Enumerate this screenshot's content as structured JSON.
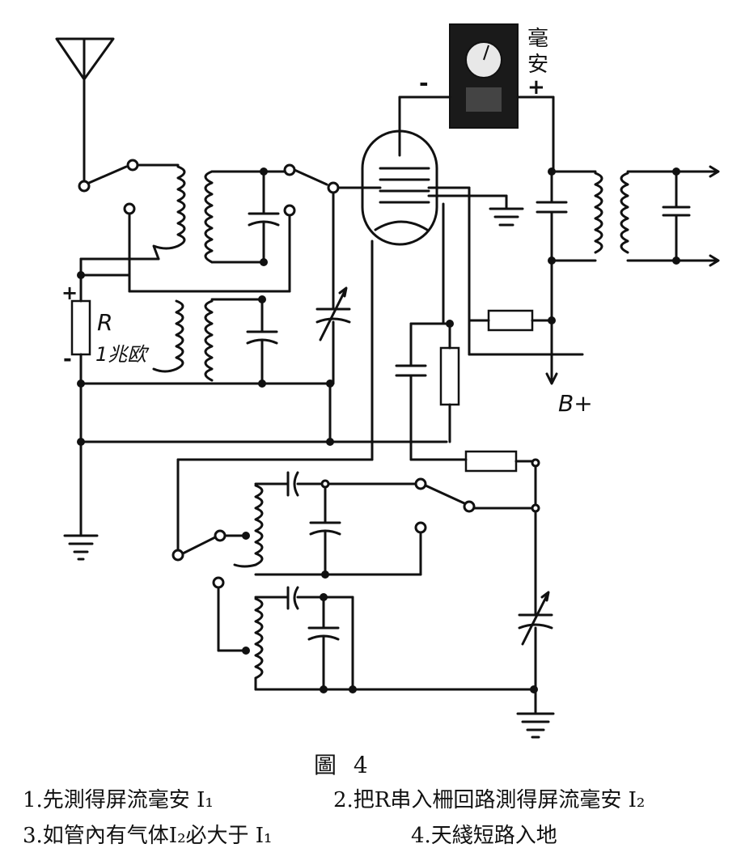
{
  "diagram": {
    "meter_label_line1": "毫",
    "meter_label_line2": "安",
    "meter_minus": "-",
    "meter_plus": "+",
    "resistor_label": "R",
    "resistor_value": "1兆欧",
    "r_plus": "+",
    "r_minus": "-",
    "bplus_label": "B+"
  },
  "caption": {
    "figure_title": "圖 4",
    "item1": "1.先測得屏流毫安 I₁",
    "item2": "2.把R串入柵回路測得屏流毫安 I₂",
    "item3": "3.如管內有气体I₂必大于 I₁",
    "item4": "4.天綫短路入地"
  }
}
